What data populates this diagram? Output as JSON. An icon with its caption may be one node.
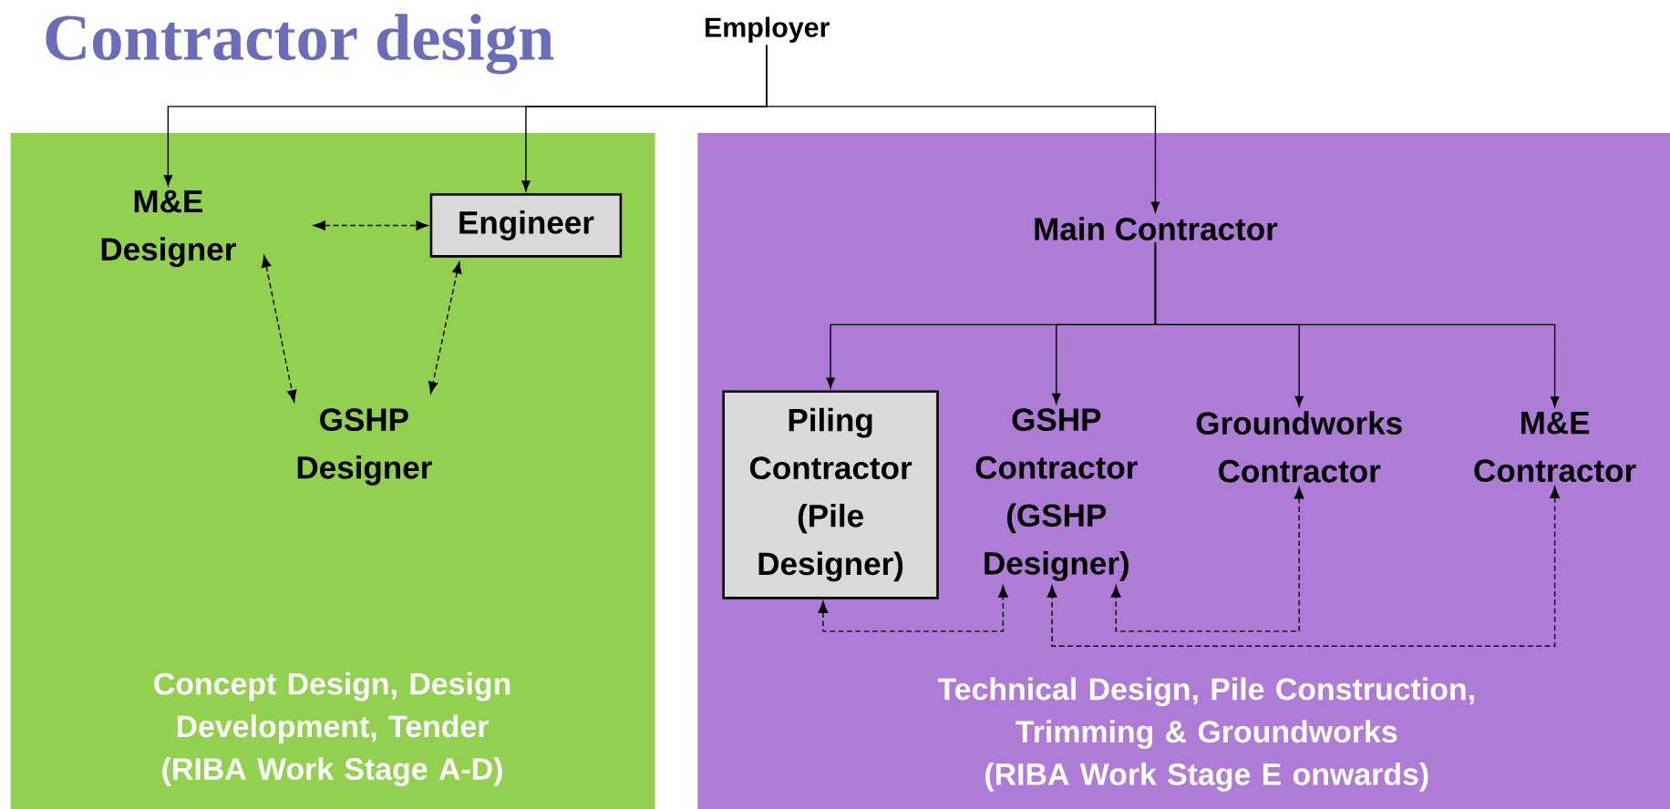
{
  "diagram": {
    "title": "Contractor design",
    "nodes": [
      {
        "text": [
          "Employer"
        ]
      },
      {
        "text": [
          "Concept Design, Design Development, Tender (RIBA Work Stage A-D)"
        ]
      },
      {
        "text": [
          "M&E Designer"
        ],
        "in": 1
      },
      {
        "text": [
          "Engineer"
        ],
        "in": 1
      },
      {
        "text": [
          "GSHP Designer"
        ],
        "in": 1
      },
      {
        "text": [
          "Technical Design, Pile Construction, Trimming & Groundworks (RIBA Work Stage E onwards)"
        ]
      },
      {
        "text": [
          "Main Contractor"
        ],
        "in": 5
      },
      {
        "text": [
          "Piling Contractor (Pile Designer)"
        ],
        "in": 5
      },
      {
        "text": [
          "GSHP Contractor (GSHP Designer)"
        ],
        "in": 5
      },
      {
        "text": [
          "Groundworks Contractor"
        ],
        "in": 5
      },
      {
        "text": [
          "M&E Contractor"
        ],
        "in": 5
      }
    ],
    "edges": [
      {
        "from": 0,
        "to": 2,
        "arrow": "to"
      },
      {
        "from": 0,
        "to": 3,
        "arrow": "to"
      },
      {
        "from": 0,
        "to": 6,
        "arrow": "to"
      },
      {
        "from": 2,
        "to": 3,
        "arrow": "both",
        "style": "dashed"
      },
      {
        "from": 2,
        "to": 4,
        "arrow": "both",
        "style": "dashed"
      },
      {
        "from": 3,
        "to": 4,
        "arrow": "both",
        "style": "dashed"
      },
      {
        "from": 6,
        "to": 7,
        "arrow": "to"
      },
      {
        "from": 6,
        "to": 8,
        "arrow": "to"
      },
      {
        "from": 6,
        "to": 9,
        "arrow": "to"
      },
      {
        "from": 6,
        "to": 10,
        "arrow": "to"
      },
      {
        "from": 7,
        "to": 8,
        "arrow": "both",
        "style": "dashed"
      },
      {
        "from": 8,
        "to": 9,
        "arrow": "both",
        "style": "dashed"
      },
      {
        "from": 8,
        "to": 10,
        "arrow": "both",
        "style": "dashed"
      }
    ]
  }
}
